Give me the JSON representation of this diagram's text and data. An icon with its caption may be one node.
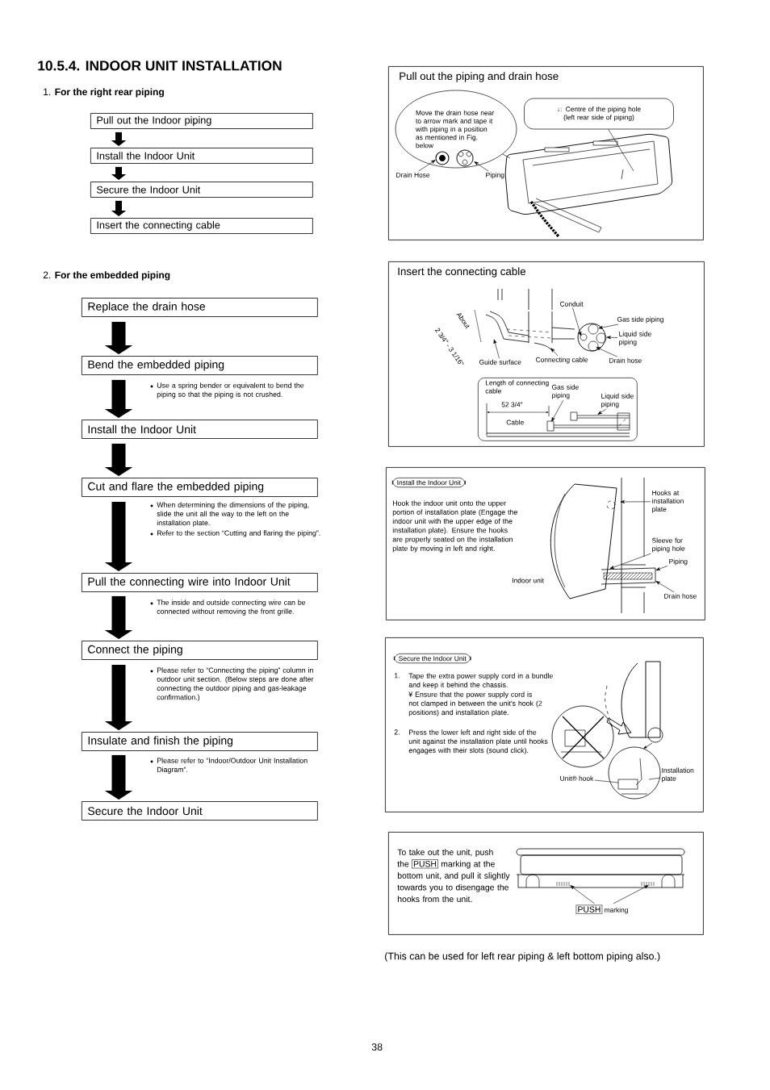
{
  "diagram": {
    "title": "10.5.4. INDOOR UNIT INSTALLATION",
    "caption": "(This can be used for left rear piping & left bottom piping also.)",
    "nodes": [
      {
        "text": [
          "Pull out the Indoor piping"
        ]
      },
      {
        "text": [
          "Install the Indoor Unit"
        ]
      },
      {
        "text": [
          "Secure the Indoor Unit"
        ]
      },
      {
        "text": [
          "Insert the connecting cable"
        ]
      },
      {
        "text": [
          "Replace the drain hose"
        ]
      },
      {
        "text": [
          "Bend the embedded piping"
        ],
        "beside": [
          "Use a spring bender or equivalent to bend the piping so that the piping is not crushed."
        ]
      },
      {
        "text": [
          "Install the Indoor Unit"
        ]
      },
      {
        "text": [
          "Cut and flare the embedded piping"
        ],
        "beside": [
          "When determining the dimensions of the piping, slide the unit all the way to the left on the installation plate.",
          "Refer to the section “Cutting and flaring the piping”."
        ]
      },
      {
        "text": [
          "Pull the connecting wire into Indoor Unit"
        ],
        "beside": [
          "The inside and outside connecting wire can be connected without removing the front grille."
        ]
      },
      {
        "text": [
          "Connect the piping"
        ],
        "beside": [
          "Please refer to “Connecting the piping” column in outdoor unit section. (Below steps are done after connecting the outdoor piping and gas-leakage confirmation.)"
        ]
      },
      {
        "text": [
          "Insulate and finish the piping"
        ],
        "beside": [
          "Please refer to “Indoor/Outdoor Unit Installation Diagram”."
        ]
      },
      {
        "text": [
          "Secure the Indoor Unit"
        ]
      },
      {
        "text": [
          "Pull out the piping and drain hose"
        ]
      },
      {
        "text": [
          "Move the drain hose near to arrow mark and tape it with piping in a position as mentioned in Fig. below"
        ],
        "in": 12
      },
      {
        "text": [
          "Drain Hose"
        ],
        "in": 12
      },
      {
        "text": [
          "Piping"
        ],
        "in": 12
      },
      {
        "text": [
          "↓: Centre of the piping hole (left rear side of piping)"
        ],
        "in": 12
      },
      {
        "text": [
          "Insert the connecting cable"
        ]
      },
      {
        "text": [
          "Conduit"
        ],
        "in": 17
      },
      {
        "text": [
          "Gas side piping"
        ],
        "in": 17
      },
      {
        "text": [
          "Liquid side piping"
        ],
        "in": 17
      },
      {
        "text": [
          "Drain hose"
        ],
        "in": 17
      },
      {
        "text": [
          "Guide surface"
        ],
        "in": 17
      },
      {
        "text": [
          "Connecting cable"
        ],
        "in": 17
      },
      {
        "text": [
          "Length of connecting cable"
        ],
        "in": 17
      },
      {
        "text": [
          "Gas side piping"
        ],
        "in": 24
      },
      {
        "text": [
          "Liquid side piping"
        ],
        "in": 24
      },
      {
        "text": [
          "Hook the indoor unit onto the upper portion of installation plate (Engage the indoor unit with the upper edge of the installation plate). Ensure the hooks are properly seated on the installation plate by moving in left and right."
        ]
      },
      {
        "text": [
          "Install the Indoor Unit"
        ],
        "in": 27
      },
      {
        "text": [
          "Hooks at installation plate"
        ],
        "in": 27
      },
      {
        "text": [
          "Sleeve for piping hole"
        ],
        "in": 27
      },
      {
        "text": [
          "Piping"
        ],
        "in": 27
      },
      {
        "text": [
          "Drain hose"
        ],
        "in": 27
      },
      {
        "text": [
          "1.",
          "Tape the extra power supply cord in a bundle and keep it behind the chassis.",
          "¥ Ensure that the power supply cord is not clamped in between the unit's hook (2 positions) and installation plate.",
          "2.",
          "Press the lower left and right side of the unit against the installation plate until hooks engages with their slots (sound click)."
        ]
      },
      {
        "text": [
          "Secure the Indoor Unit"
        ],
        "in": 33
      },
      {
        "text": [
          "Unit® hook"
        ],
        "in": 33
      },
      {
        "text": [
          "Installation plate"
        ],
        "in": 33
      },
      {
        "text": [
          "To take out the unit, push the",
          "PUSH",
          "marking at the bottom unit, and pull it slightly towards you to disengage the hooks from the unit."
        ]
      },
      {
        "text": [
          "PUSH",
          "marking"
        ],
        "in": 37
      },
      {
        "text": [],
        "shape": "picture",
        "in": 12
      },
      {
        "text": [],
        "shape": "picture",
        "in": 13
      },
      {
        "text": [],
        "shape": "picture",
        "in": 17
      },
      {
        "text": [],
        "shape": "picture",
        "in": 24
      },
      {
        "text": [],
        "shape": "picture",
        "in": 27
      },
      {
        "text": [],
        "shape": "picture",
        "in": 33
      },
      {
        "text": [],
        "shape": "picture",
        "in": 37
      }
    ],
    "edges": [
      {
        "from": 0,
        "to": 1,
        "arrow": "to",
        "style": "thick"
      },
      {
        "from": 1,
        "to": 2,
        "arrow": "to",
        "style": "thick"
      },
      {
        "from": 2,
        "to": 3,
        "arrow": "to",
        "style": "thick"
      },
      {
        "from": 4,
        "to": 5,
        "arrow": "to",
        "style": "thick"
      },
      {
        "from": 5,
        "to": 6,
        "arrow": "to",
        "style": "thick"
      },
      {
        "from": 6,
        "to": 7,
        "arrow": "to",
        "style": "thick"
      },
      {
        "from": 7,
        "to": 8,
        "arrow": "to",
        "style": "thick"
      },
      {
        "from": 8,
        "to": 9,
        "arrow": "to",
        "style": "thick"
      },
      {
        "from": 9,
        "to": 10,
        "arrow": "to",
        "style": "thick"
      },
      {
        "from": 10,
        "to": 11,
        "arrow": "to",
        "style": "thick"
      },
      {
        "from": 13,
        "to": 39,
        "arrow": "none"
      },
      {
        "from": 14,
        "to": 40,
        "arrow": "to"
      },
      {
        "from": 15,
        "to": 40,
        "arrow": "to"
      },
      {
        "from": 16,
        "to": 39,
        "arrow": "none"
      },
      {
        "from": 18,
        "to": 41,
        "arrow": "to"
      },
      {
        "from": 19,
        "to": 41,
        "arrow": "to"
      },
      {
        "from": 20,
        "to": 41,
        "arrow": "to"
      },
      {
        "from": 21,
        "to": 41,
        "arrow": "to"
      },
      {
        "from": 22,
        "to": 41,
        "arrow": "to"
      },
      {
        "from": 23,
        "to": 41,
        "arrow": "to"
      },
      {
        "from": 25,
        "to": 42,
        "arrow": "to"
      },
      {
        "from": 26,
        "to": 42,
        "arrow": "to"
      },
      {
        "from": 29,
        "to": 43,
        "arrow": "to"
      },
      {
        "from": 30,
        "to": 43,
        "arrow": "to"
      },
      {
        "from": 31,
        "to": 43,
        "arrow": "to"
      },
      {
        "from": 32,
        "to": 43,
        "arrow": "to"
      },
      {
        "from": 35,
        "to": 44,
        "arrow": "none"
      },
      {
        "from": 36,
        "to": 44,
        "arrow": "none"
      },
      {
        "from": 38,
        "to": 45,
        "arrow": "to"
      },
      {
        "from": 38,
        "to": 45,
        "arrow": "to"
      }
    ],
    "labels": [
      "1. **For the right rear piping**",
      "2. **For the embedded piping**",
      "About",
      "2 3/4\" - 3 1/16\"",
      "52 3/4\"",
      "Cable",
      "Indoor unit",
      "38"
    ]
  }
}
